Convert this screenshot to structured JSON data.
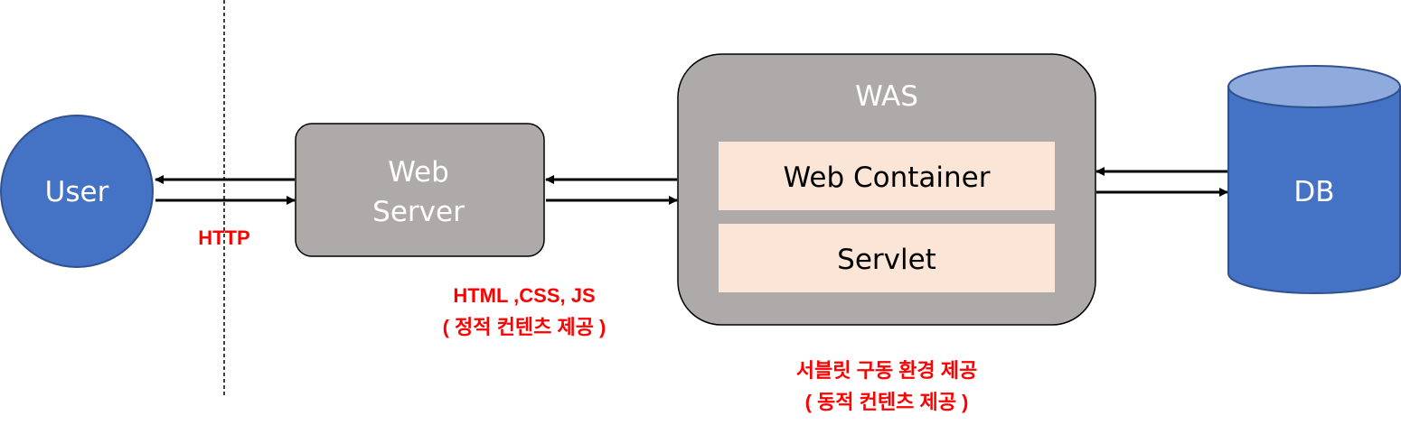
{
  "nodes": {
    "user": {
      "label": "User"
    },
    "web_server": {
      "label_line1": "Web",
      "label_line2": "Server"
    },
    "was": {
      "label": "WAS",
      "web_container": "Web Container",
      "servlet": "Servlet"
    },
    "db": {
      "label": "DB"
    }
  },
  "annotations": {
    "http": "HTTP",
    "static_line1": "HTML ,CSS, JS",
    "static_line2": "( 정적 컨텐츠 제공 )",
    "dynamic_line1": "서블릿 구동 환경 제공",
    "dynamic_line2": "( 동적 컨텐츠 제공 )"
  },
  "colors": {
    "user_fill": "#4472c4",
    "user_stroke": "#2f528f",
    "gray_box": "#aeaaaa",
    "gray_stroke": "#000000",
    "inner_box": "#fbe5d6",
    "db_body": "#4472c4",
    "db_top": "#8faadc",
    "db_stroke": "#2f528f",
    "annotation_red": "#ff0000"
  }
}
